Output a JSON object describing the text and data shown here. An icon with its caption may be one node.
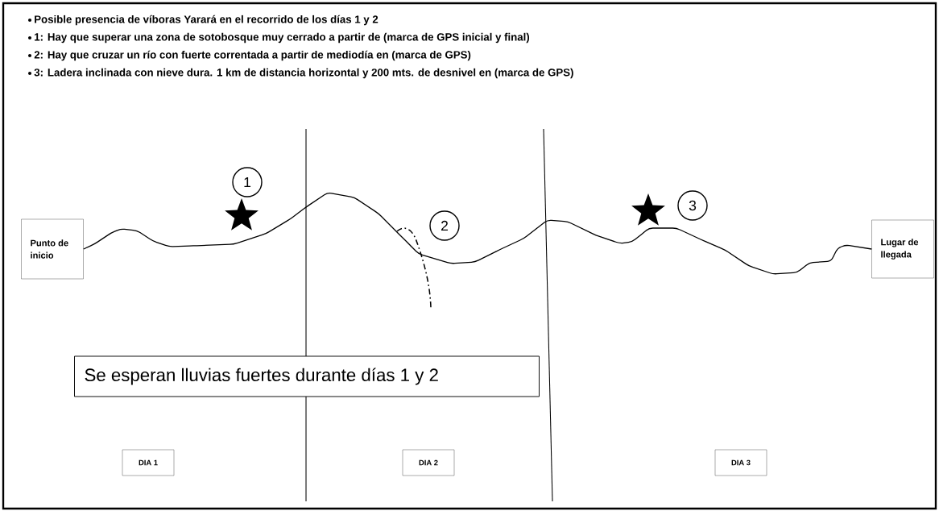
{
  "diagram": {
    "nodes": [
      {
        "text": [
          "Punto de inicio"
        ]
      },
      {
        "text": [
          "Lugar de llegada"
        ]
      },
      {
        "text": [
          "1"
        ]
      },
      {
        "text": [
          "2"
        ]
      },
      {
        "text": [
          "3"
        ]
      },
      {
        "text": [
          "Se esperan lluvias fuertes durante días 1 y 2"
        ]
      },
      {
        "text": [
          "DIA 1"
        ]
      },
      {
        "text": [
          "DIA 2"
        ]
      },
      {
        "text": [
          "DIA 3"
        ]
      }
    ],
    "edges": [
      {
        "from": 0,
        "to": 1,
        "arrow": "none"
      }
    ],
    "labels": [
      "Posible presencia de víboras Yarará en el recorrido de los días 1 y 2",
      "1: Hay que superar una zona de sotobosque muy cerrado a partir de (marca de GPS inicial y final)",
      "2: Hay que cruzar un río con fuerte correntada a partir de mediodía en (marca de GPS)",
      "3: Ladera inclinada con nieve dura. 1 km de distancia horizontal y 200 mts. de desnivel  en (marca de GPS)"
    ]
  }
}
